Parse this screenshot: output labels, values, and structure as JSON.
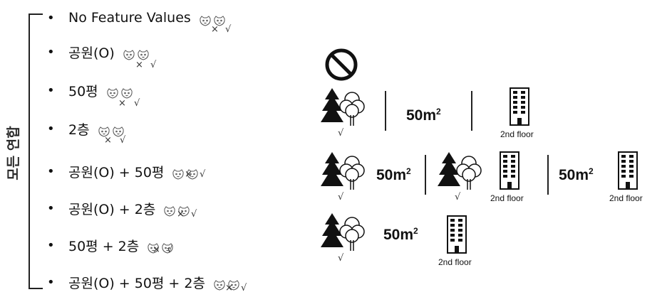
{
  "side_label": "모든 연합",
  "bullet": "•",
  "items": [
    {
      "label": "No Feature Values"
    },
    {
      "label": "공원(O)"
    },
    {
      "label": "50평"
    },
    {
      "label": "2층"
    },
    {
      "label": "공원(O) + 50평"
    },
    {
      "label": "공원(O) + 2층"
    },
    {
      "label": "50평 + 2층"
    },
    {
      "label": "공원(O) + 50평 + 2층"
    }
  ],
  "marks": {
    "cross": "×",
    "check": "√"
  },
  "area_label": "50m",
  "area_exp": "2",
  "floor_label": "2nd floor",
  "icons": [
    "cat-face-icon",
    "prohibited-icon",
    "park-trees-icon",
    "building-icon"
  ]
}
